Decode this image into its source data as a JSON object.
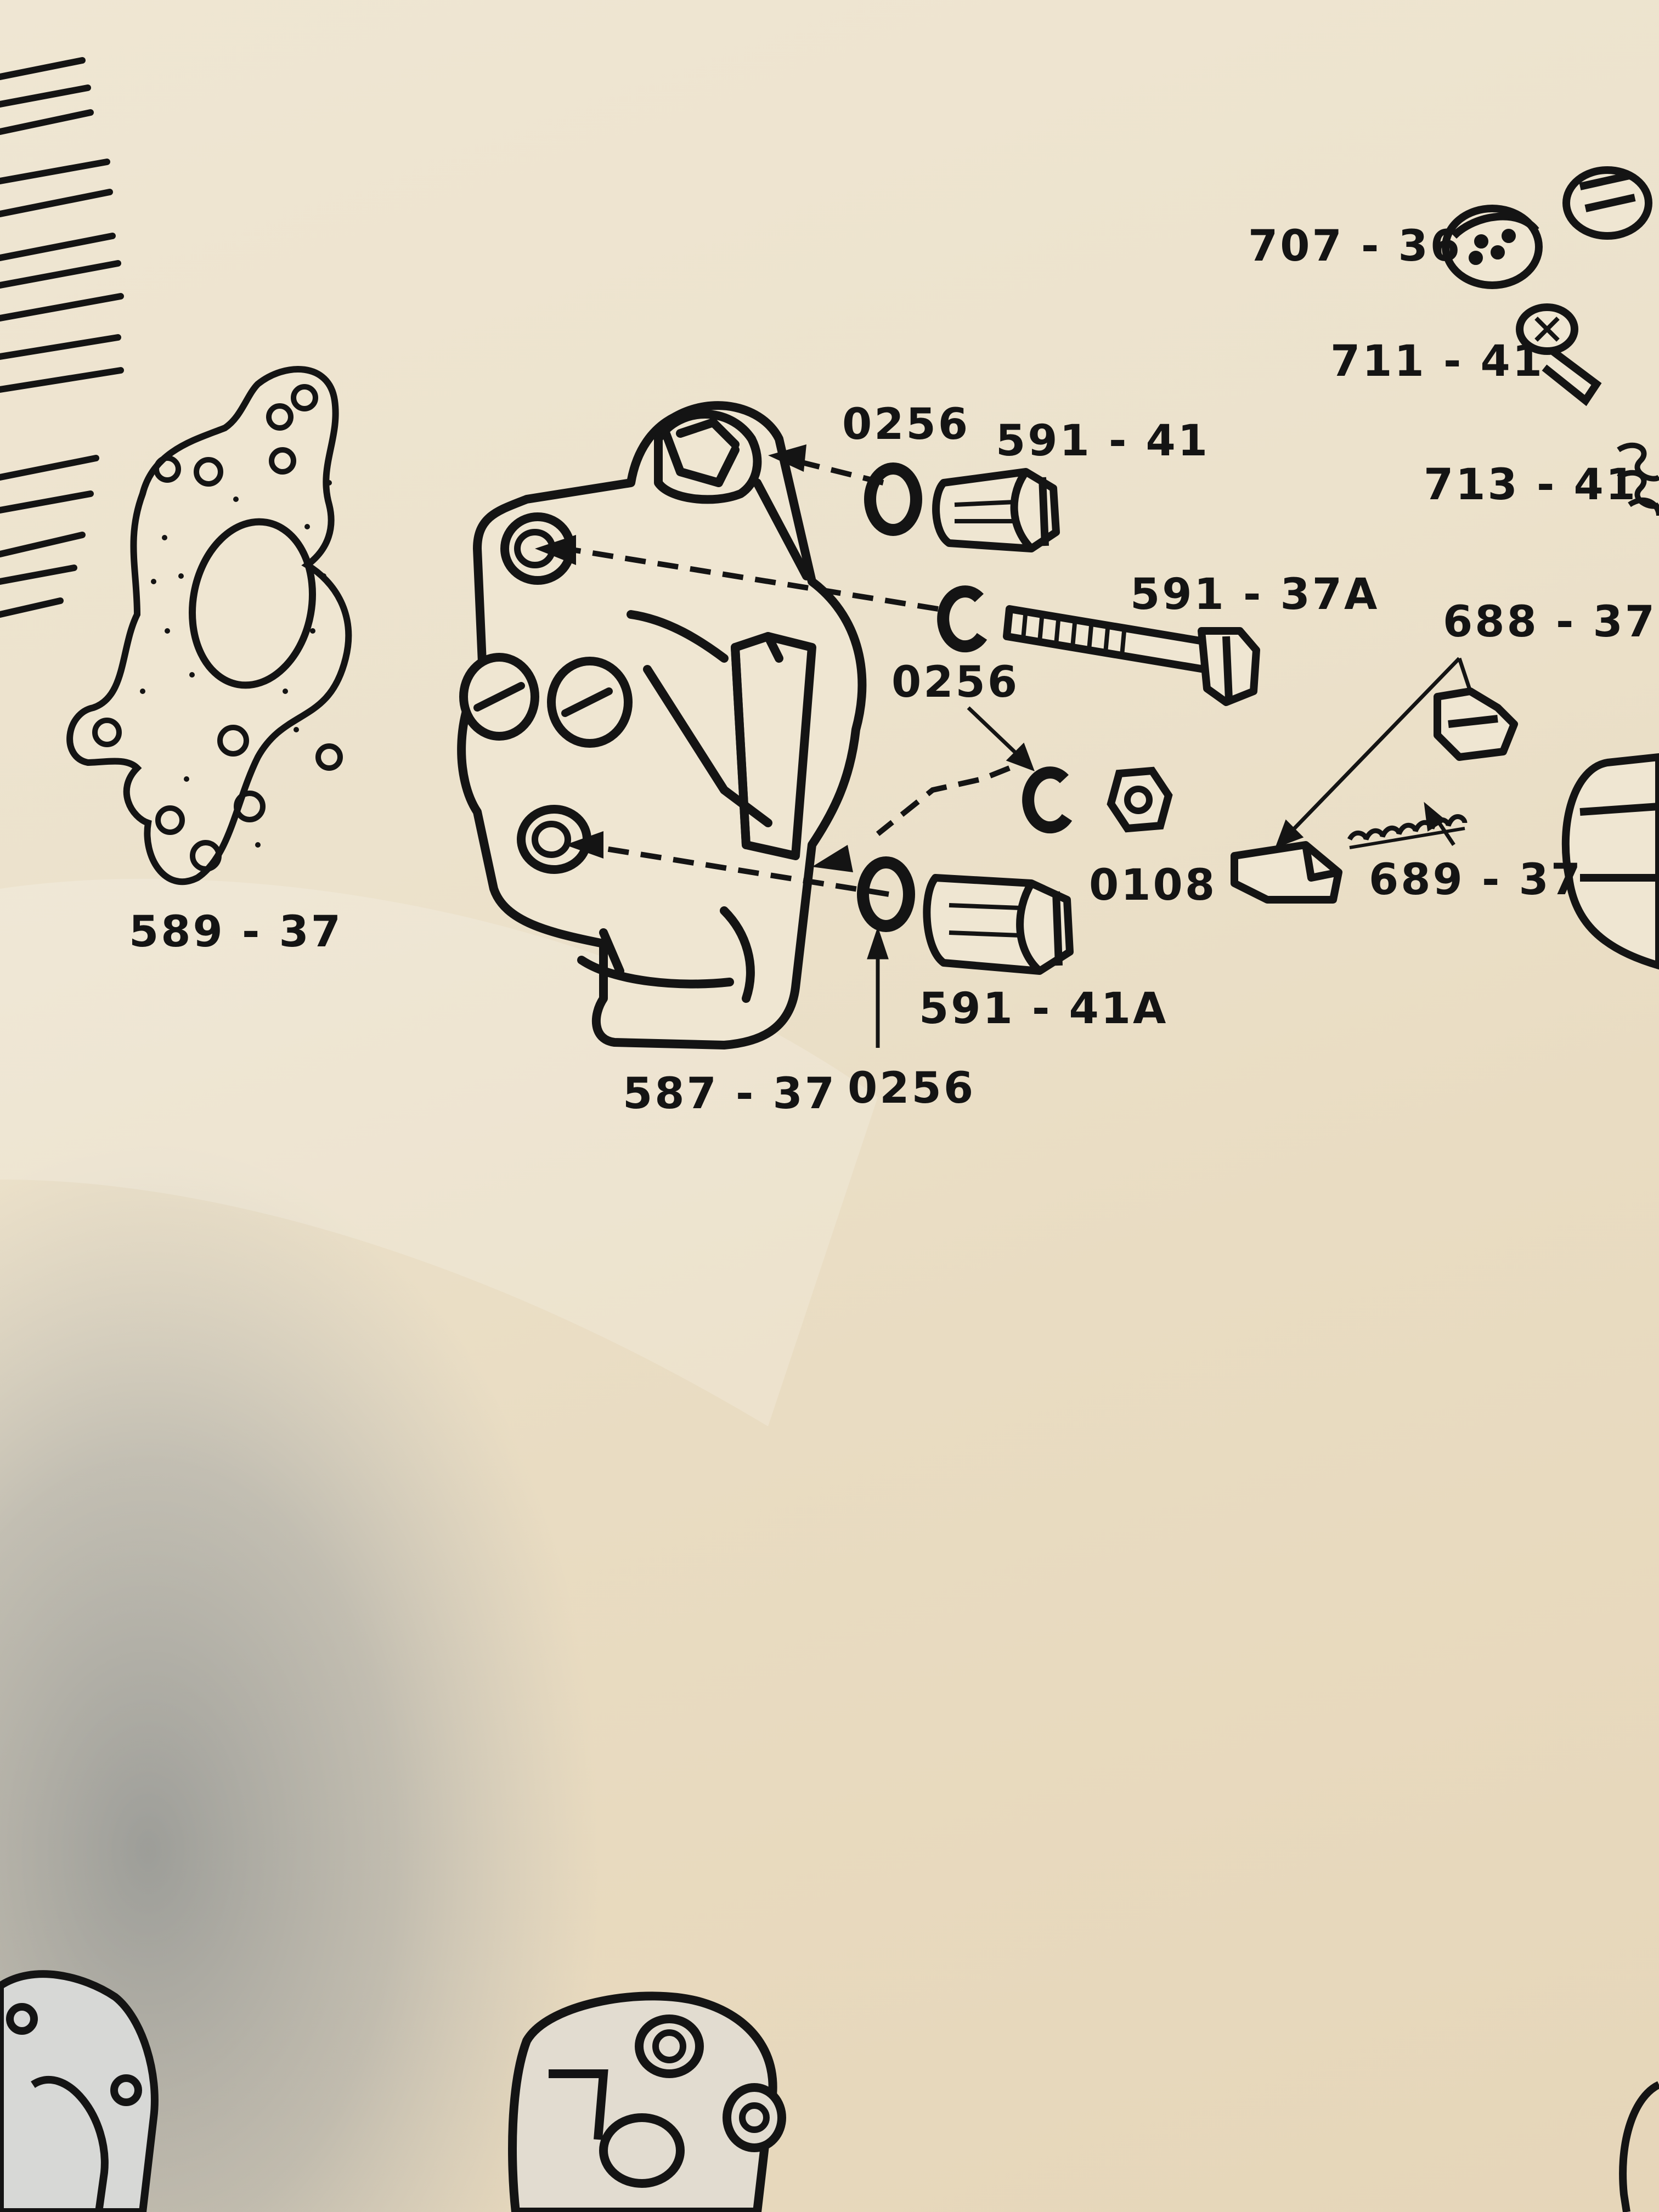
{
  "diagram": {
    "part_labels": [
      {
        "id": "lbl-707-36",
        "text": "707 - 36"
      },
      {
        "id": "lbl-711-41",
        "text": "711 - 41"
      },
      {
        "id": "lbl-713-41",
        "text": "713 - 41"
      },
      {
        "id": "lbl-0256-a",
        "text": "0256"
      },
      {
        "id": "lbl-591-41",
        "text": "591 - 41"
      },
      {
        "id": "lbl-591-37a",
        "text": "591 - 37A"
      },
      {
        "id": "lbl-688-37",
        "text": "688 - 37"
      },
      {
        "id": "lbl-0256-b",
        "text": "0256"
      },
      {
        "id": "lbl-0108",
        "text": "0108"
      },
      {
        "id": "lbl-689-37",
        "text": "689 - 37"
      },
      {
        "id": "lbl-589-37",
        "text": "589 - 37"
      },
      {
        "id": "lbl-591-41a",
        "text": "591 - 41A"
      },
      {
        "id": "lbl-587-37",
        "text": "587 - 37"
      },
      {
        "id": "lbl-0256-c",
        "text": "0256"
      }
    ],
    "colors": {
      "paper": "#ece2cc",
      "ink": "#141414",
      "shadow": "#6f7b88"
    }
  }
}
